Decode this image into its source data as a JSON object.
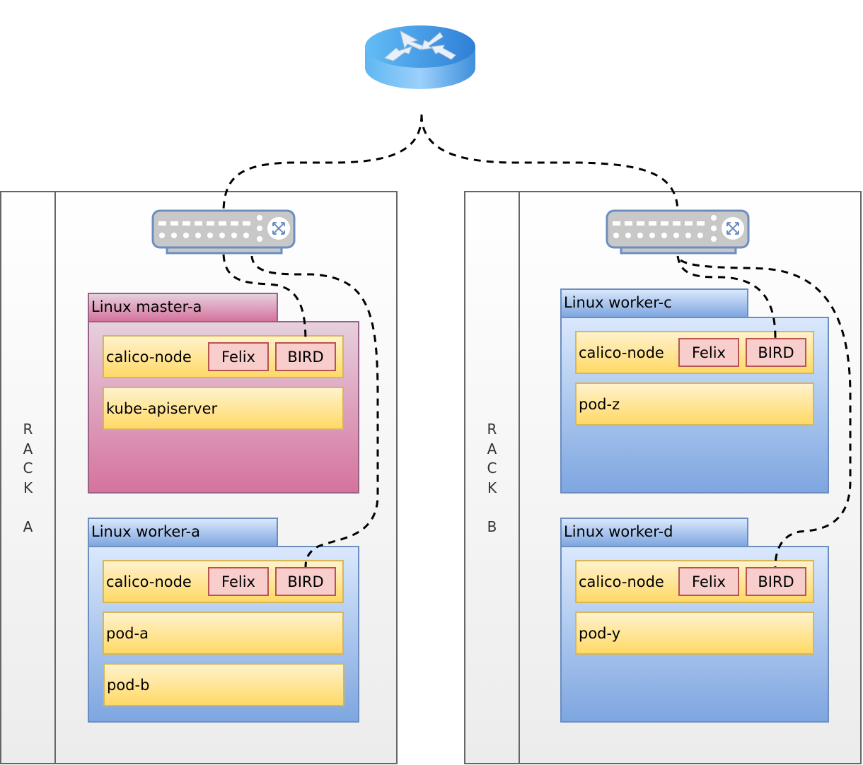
{
  "router": {
    "icon": "router-icon"
  },
  "racks": [
    {
      "label": "R\nA\nC\nK\n\nA",
      "switch_icon": "network-switch-icon",
      "hosts": [
        {
          "title": "Linux master-a",
          "type": "master",
          "calico_node": {
            "label": "calico-node",
            "felix": "Felix",
            "bird": "BIRD"
          },
          "pods": [
            "kube-apiserver"
          ]
        },
        {
          "title": "Linux worker-a",
          "type": "worker",
          "calico_node": {
            "label": "calico-node",
            "felix": "Felix",
            "bird": "BIRD"
          },
          "pods": [
            "pod-a",
            "pod-b"
          ]
        }
      ]
    },
    {
      "label": "R\nA\nC\nK\n\nB",
      "switch_icon": "network-switch-icon",
      "hosts": [
        {
          "title": "Linux worker-c",
          "type": "worker",
          "calico_node": {
            "label": "calico-node",
            "felix": "Felix",
            "bird": "BIRD"
          },
          "pods": [
            "pod-z"
          ]
        },
        {
          "title": "Linux worker-d",
          "type": "worker",
          "calico_node": {
            "label": "calico-node",
            "felix": "Felix",
            "bird": "BIRD"
          },
          "pods": [
            "pod-y"
          ]
        }
      ]
    }
  ],
  "connections": [
    {
      "from": "router",
      "to": "rack-a-switch",
      "style": "dashed"
    },
    {
      "from": "router",
      "to": "rack-b-switch",
      "style": "dashed"
    },
    {
      "from": "rack-a-switch",
      "to": "master-a-bird",
      "style": "dashed"
    },
    {
      "from": "rack-a-switch",
      "to": "worker-a-bird",
      "style": "dashed"
    },
    {
      "from": "rack-b-switch",
      "to": "worker-c-bird",
      "style": "dashed"
    },
    {
      "from": "rack-b-switch",
      "to": "worker-d-bird",
      "style": "dashed"
    }
  ],
  "colors": {
    "master_fill_top": "#e6d0de",
    "master_fill_bottom": "#d5739d",
    "master_stroke": "#996185",
    "worker_fill_top": "#dae8fc",
    "worker_fill_bottom": "#7ea6e0",
    "worker_stroke": "#6c8ebf",
    "component_fill_top": "#fff2cc",
    "component_fill_bottom": "#ffd966",
    "component_stroke": "#d6b656",
    "process_fill": "#f8cecc",
    "process_stroke": "#b85450"
  }
}
